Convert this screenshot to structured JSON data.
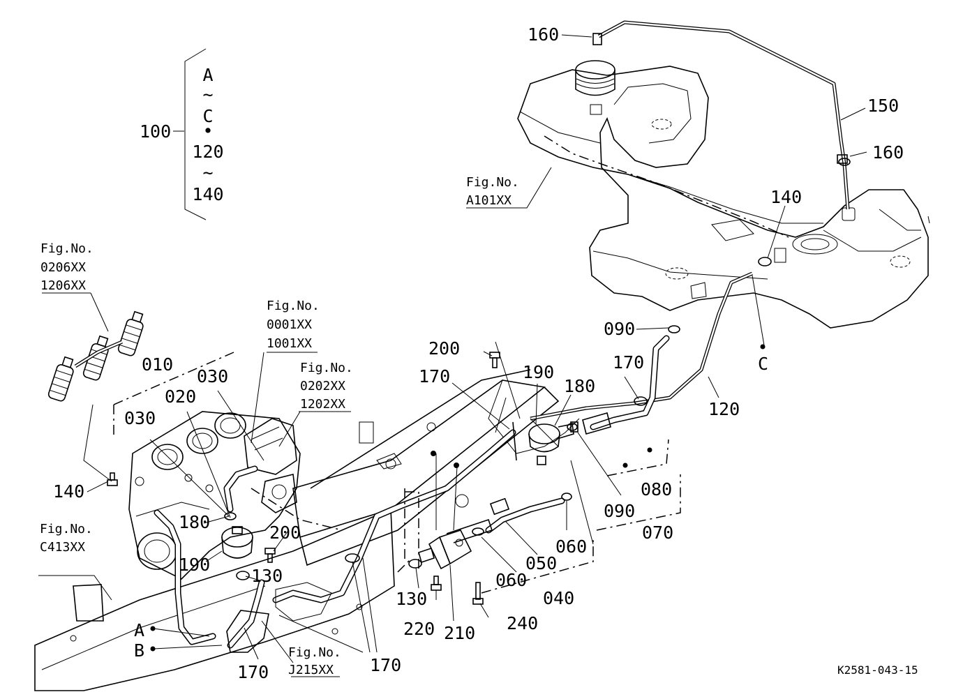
{
  "drawing_id": "K2581-043-15",
  "group_bracket": {
    "ref": "100",
    "lines": [
      "A",
      "~",
      "C",
      "•",
      "120",
      "~",
      "140"
    ]
  },
  "fig_refs": {
    "tank": {
      "label": "Fig.No.",
      "code": "A101XX"
    },
    "injectors": {
      "label": "Fig.No.",
      "code1": "0206XX",
      "code2": "1206XX"
    },
    "pump": {
      "label": "Fig.No.",
      "code1": "0001XX",
      "code2": "1001XX"
    },
    "injection_pump": {
      "label": "Fig.No.",
      "code1": "0202XX",
      "code2": "1202XX"
    },
    "frame": {
      "label": "Fig.No.",
      "code": "C413XX"
    },
    "bottom": {
      "label": "Fig.No.",
      "code": "J215XX"
    }
  },
  "callouts": {
    "p010": "010",
    "p020": "020",
    "p030a": "030",
    "p030b": "030",
    "p040": "040",
    "p050": "050",
    "p060a": "060",
    "p060b": "060",
    "p070": "070",
    "p080": "080",
    "p090a": "090",
    "p090b": "090",
    "p120": "120",
    "p130a": "130",
    "p130b": "130",
    "p140a": "140",
    "p140b": "140",
    "p150": "150",
    "p160a": "160",
    "p160b": "160",
    "p170a": "170",
    "p170b": "170",
    "p170c": "170",
    "p170d": "170",
    "p180a": "180",
    "p180b": "180",
    "p190a": "190",
    "p190b": "190",
    "p200a": "200",
    "p200b": "200",
    "p210": "210",
    "p220": "220",
    "p240": "240",
    "pointA": "A",
    "pointB": "B",
    "pointC": "C"
  }
}
